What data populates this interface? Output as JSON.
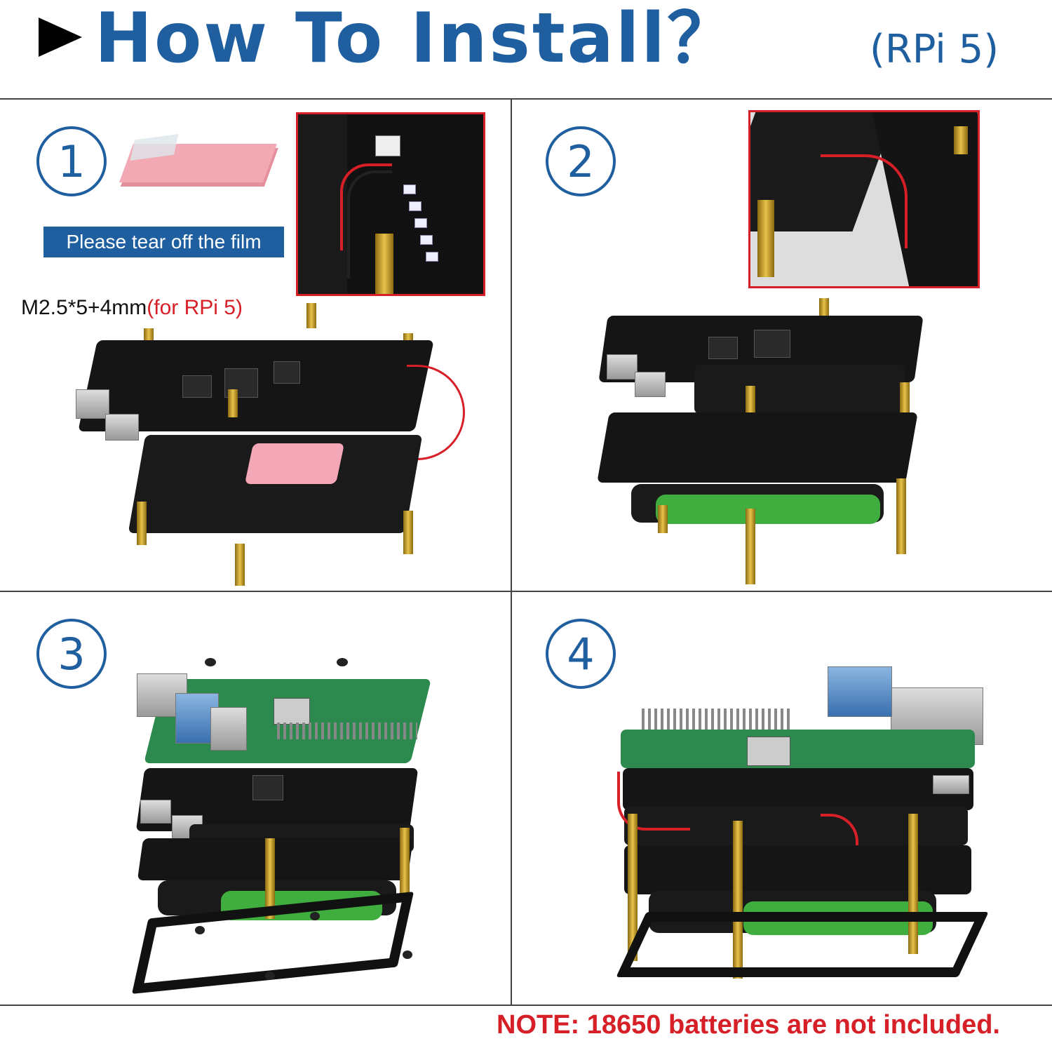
{
  "header": {
    "title": "How To Install？",
    "subtitle": "(RPi 5)"
  },
  "steps": [
    {
      "number": "1",
      "banner": "Please tear off the film"
    },
    {
      "number": "2"
    },
    {
      "number": "3"
    },
    {
      "number": "4"
    }
  ],
  "spec": {
    "size": "M2.5*5+4mm",
    "target": "(for RPi 5)"
  },
  "note": "NOTE: 18650 batteries are not included.",
  "colors": {
    "brand_blue": "#1f5fa0",
    "highlight_red": "#d61f26"
  }
}
